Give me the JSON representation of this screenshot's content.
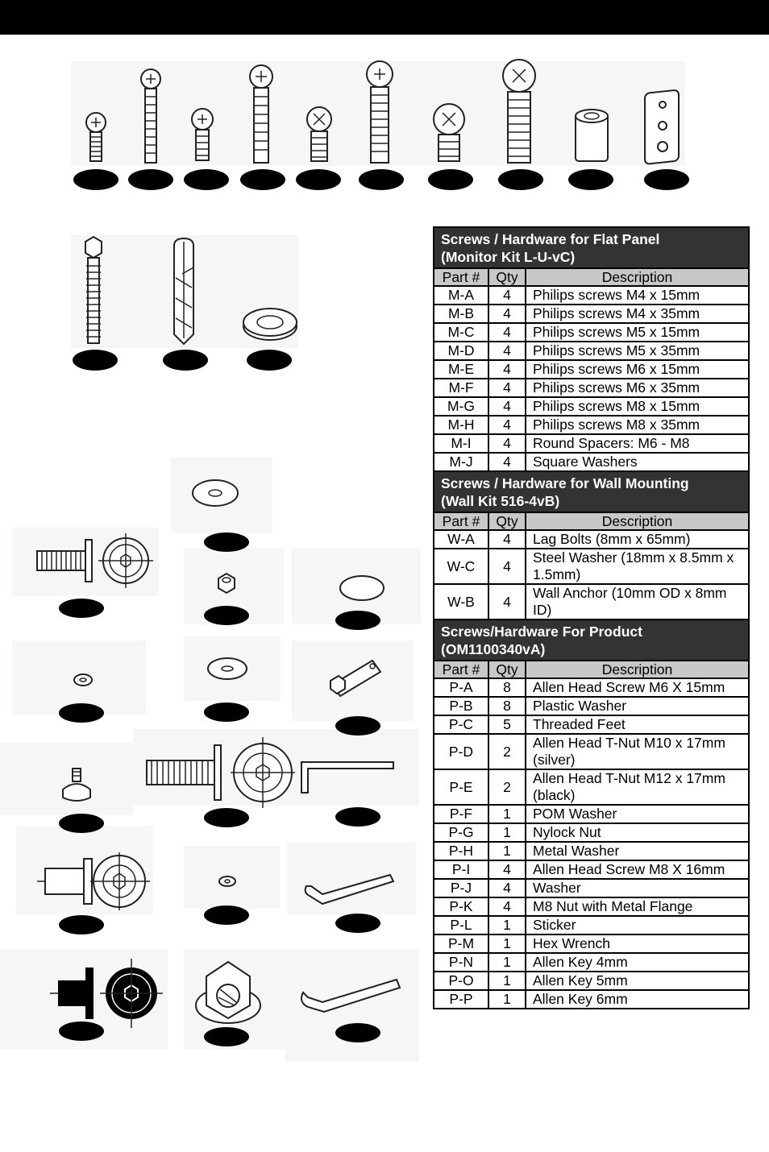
{
  "sections": [
    {
      "title_line1": "Screws / Hardware for Flat Panel",
      "title_line2": "(Monitor Kit L-U-vC)",
      "headers": [
        "Part #",
        "Qty",
        "Description"
      ],
      "rows": [
        {
          "part": "M-A",
          "qty": "4",
          "desc": "Philips screws M4 x 15mm"
        },
        {
          "part": "M-B",
          "qty": "4",
          "desc": "Philips screws M4 x 35mm"
        },
        {
          "part": "M-C",
          "qty": "4",
          "desc": "Philips screws M5 x 15mm"
        },
        {
          "part": "M-D",
          "qty": "4",
          "desc": "Philips screws M5 x 35mm"
        },
        {
          "part": "M-E",
          "qty": "4",
          "desc": "Philips screws M6 x 15mm"
        },
        {
          "part": "M-F",
          "qty": "4",
          "desc": "Philips screws M6 x 35mm"
        },
        {
          "part": "M-G",
          "qty": "4",
          "desc": "Philips screws M8 x 15mm"
        },
        {
          "part": "M-H",
          "qty": "4",
          "desc": "Philips screws M8 x 35mm"
        },
        {
          "part": "M-I",
          "qty": "4",
          "desc": "Round Spacers:  M6 - M8"
        },
        {
          "part": "M-J",
          "qty": "4",
          "desc": "Square Washers"
        }
      ]
    },
    {
      "title_line1": "Screws / Hardware for Wall Mounting",
      "title_line2": "(Wall Kit 516-4vB)",
      "headers": [
        "Part #",
        "Qty",
        "Description"
      ],
      "rows": [
        {
          "part": "W-A",
          "qty": "4",
          "desc": "Lag Bolts (8mm x 65mm)"
        },
        {
          "part": "W-C",
          "qty": "4",
          "desc": "Steel Washer (18mm x 8.5mm x 1.5mm)"
        },
        {
          "part": "W-B",
          "qty": "4",
          "desc": "Wall Anchor (10mm OD x 8mm ID)"
        }
      ]
    },
    {
      "title_line1": "Screws/Hardware For Product",
      "title_line2": "(OM1100340vA)",
      "headers": [
        "Part #",
        "Qty",
        "Description"
      ],
      "rows": [
        {
          "part": "P-A",
          "qty": "8",
          "desc": "Allen Head Screw M6 X 15mm"
        },
        {
          "part": "P-B",
          "qty": "8",
          "desc": "Plastic Washer"
        },
        {
          "part": "P-C",
          "qty": "5",
          "desc": "Threaded Feet"
        },
        {
          "part": "P-D",
          "qty": "2",
          "desc": "Allen Head T-Nut M10 x 17mm (silver)"
        },
        {
          "part": "P-E",
          "qty": "2",
          "desc": "Allen Head T-Nut M12 x 17mm (black)"
        },
        {
          "part": "P-F",
          "qty": "1",
          "desc": "POM Washer"
        },
        {
          "part": "P-G",
          "qty": "1",
          "desc": "Nylock Nut"
        },
        {
          "part": "P-H",
          "qty": "1",
          "desc": "Metal Washer"
        },
        {
          "part": "P-I",
          "qty": "4",
          "desc": "Allen Head Screw M8 X 16mm"
        },
        {
          "part": "P-J",
          "qty": "4",
          "desc": "Washer"
        },
        {
          "part": "P-K",
          "qty": "4",
          "desc": "M8 Nut with Metal Flange"
        },
        {
          "part": "P-L",
          "qty": "1",
          "desc": "Sticker"
        },
        {
          "part": "P-M",
          "qty": "1",
          "desc": "Hex Wrench"
        },
        {
          "part": "P-N",
          "qty": "1",
          "desc": "Allen Key 4mm"
        },
        {
          "part": "P-O",
          "qty": "1",
          "desc": "Allen Key 5mm"
        },
        {
          "part": "P-P",
          "qty": "1",
          "desc": "Allen Key 6mm"
        }
      ]
    }
  ]
}
